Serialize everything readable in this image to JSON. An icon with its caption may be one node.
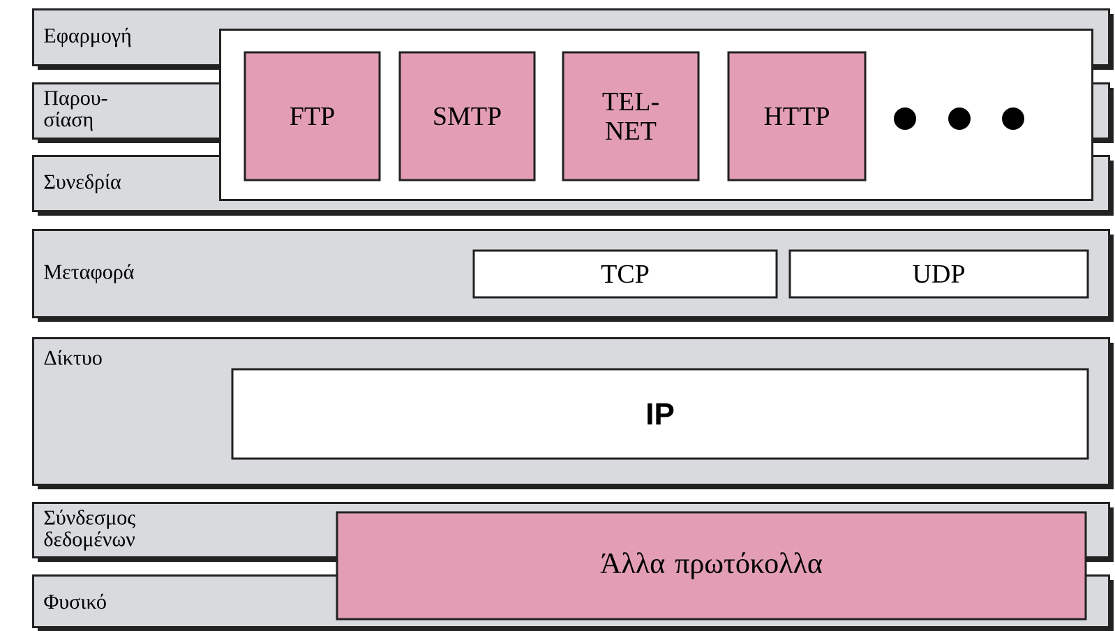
{
  "diagram": {
    "nodes": [
      {
        "text": [
          "Εφαρμογή"
        ]
      },
      {
        "text": [
          "Παρου- σίαση"
        ]
      },
      {
        "text": [
          "Συνεδρία"
        ]
      },
      {
        "text": [
          "Μεταφορά"
        ]
      },
      {
        "text": [
          "Δίκτυο"
        ]
      },
      {
        "text": [
          "Σύνδεσμος δεδομένων"
        ]
      },
      {
        "text": [
          "Φυσικό"
        ]
      },
      {
        "text": [],
        "shape": "box"
      },
      {
        "text": [
          "FTP"
        ],
        "in": 7
      },
      {
        "text": [
          "SMTP"
        ],
        "in": 7
      },
      {
        "text": [
          "TEL- NET"
        ],
        "in": 7
      },
      {
        "text": [
          "HTTP"
        ],
        "in": 7
      },
      {
        "text": [
          "TCP"
        ],
        "in": 3
      },
      {
        "text": [
          "UDP"
        ],
        "in": 3
      },
      {
        "text": [
          "IP"
        ],
        "in": 4
      },
      {
        "text": [
          "Άλλα πρωτόκολλα"
        ]
      }
    ]
  }
}
